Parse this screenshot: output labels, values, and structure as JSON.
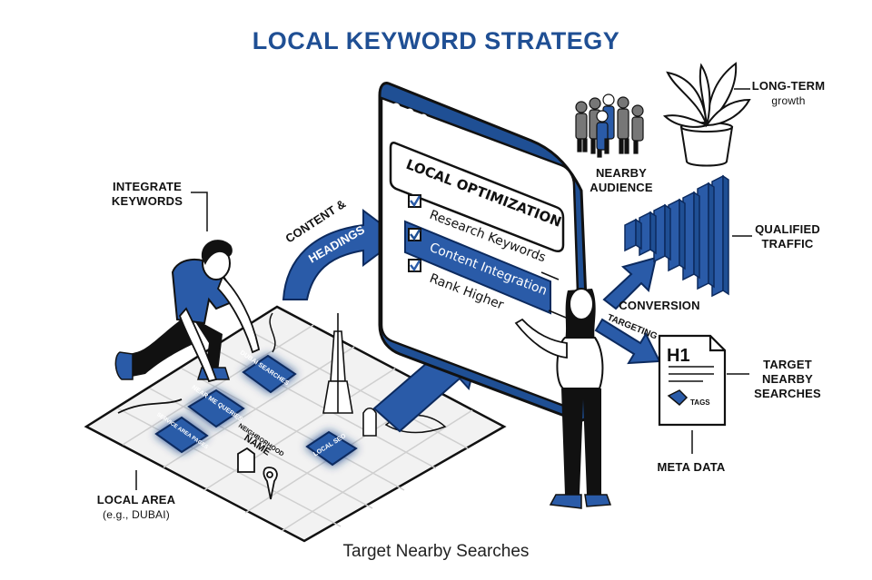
{
  "title": "LOCAL KEYWORD STRATEGY",
  "footer": "Target Nearby Searches",
  "colors": {
    "accent": "#2a5ba8",
    "dark_blue": "#1f4f94",
    "ink": "#111111"
  },
  "labels": {
    "integrate_keywords": "INTEGRATE KEYWORDS",
    "local_area": "LOCAL AREA",
    "local_area_example": "(e.g., DUBAI)",
    "nearby_audience": "NEARBY AUDIENCE",
    "long_term": "LONG-TERM",
    "long_term_sub": "growth",
    "qualified_traffic": "QUALIFIED TRAFFIC",
    "conversion": "CONVERSION",
    "target_nearby_searches": "TARGET NEARBY SEARCHES",
    "meta_data": "META DATA"
  },
  "arrows": {
    "content_headings_line1": "CONTENT &",
    "content_headings_line2": "HEADINGS",
    "targeting": "TARGETING"
  },
  "window": {
    "heading": "LOCAL OPTIMIZATION",
    "items": [
      {
        "label": "Research Keywords",
        "checked": true,
        "highlighted": false
      },
      {
        "label": "Content Integration",
        "checked": true,
        "highlighted": true
      },
      {
        "label": "Rank Higher",
        "checked": true,
        "highlighted": false
      }
    ]
  },
  "document": {
    "heading": "H1",
    "tag": "TAGS"
  },
  "map": {
    "tiles": [
      "DUBAI SEARCHES",
      "NEAR ME QUERIES",
      "SERVICE AREA PAGES",
      "LOCAL SEO"
    ],
    "neighborhood": "NEIGHBORHOOD",
    "name": "NAME"
  },
  "icons": [
    "people-group-icon",
    "plant-icon",
    "bar-chart-icon",
    "document-icon",
    "map-pin-icon",
    "tower-icon",
    "check-icon"
  ]
}
